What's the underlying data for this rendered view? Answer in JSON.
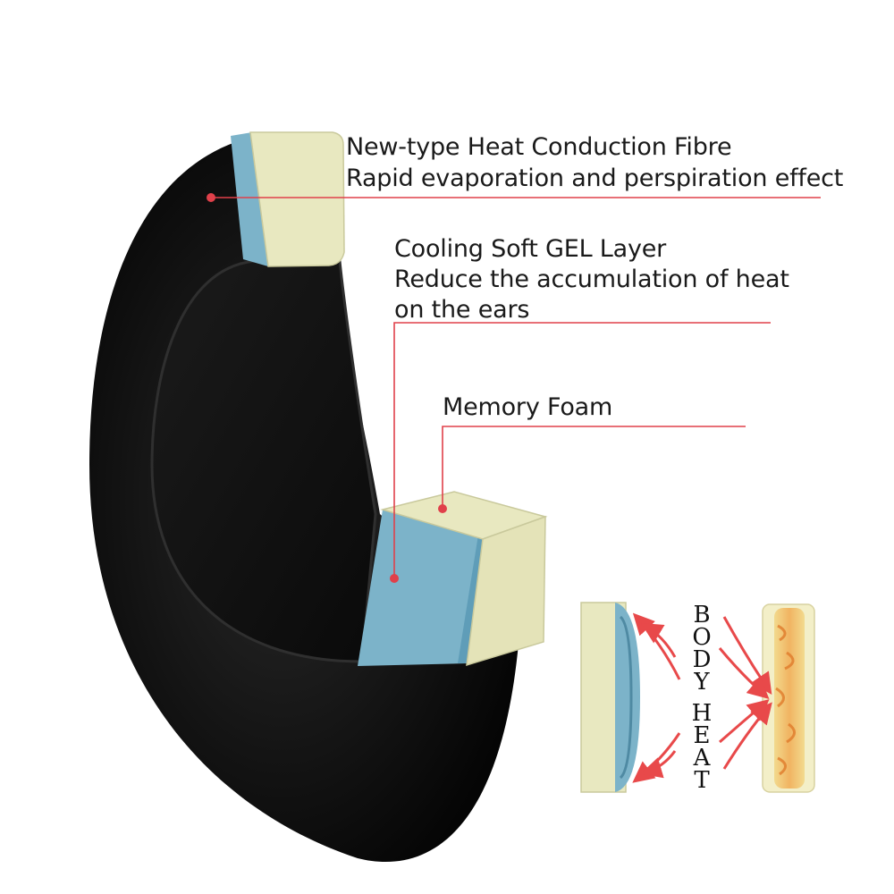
{
  "callouts": {
    "fibre": {
      "line1": "New-type Heat Conduction Fibre",
      "line2": "Rapid evaporation and perspiration effect"
    },
    "gel": {
      "line1": "Cooling Soft GEL Layer",
      "line2": "Reduce the accumulation of heat",
      "line3": "on the ears"
    },
    "foam": {
      "line1": "Memory Foam"
    }
  },
  "body_heat": {
    "word1": [
      "B",
      "O",
      "D",
      "Y"
    ],
    "word2": [
      "H",
      "E",
      "A",
      "T"
    ]
  },
  "colors": {
    "cushion": "#0f0f0f",
    "foam": "#e8e8c0",
    "gel": "#7cb3c9",
    "leader_line": "#e0404a",
    "arrow": "#e8494a"
  }
}
